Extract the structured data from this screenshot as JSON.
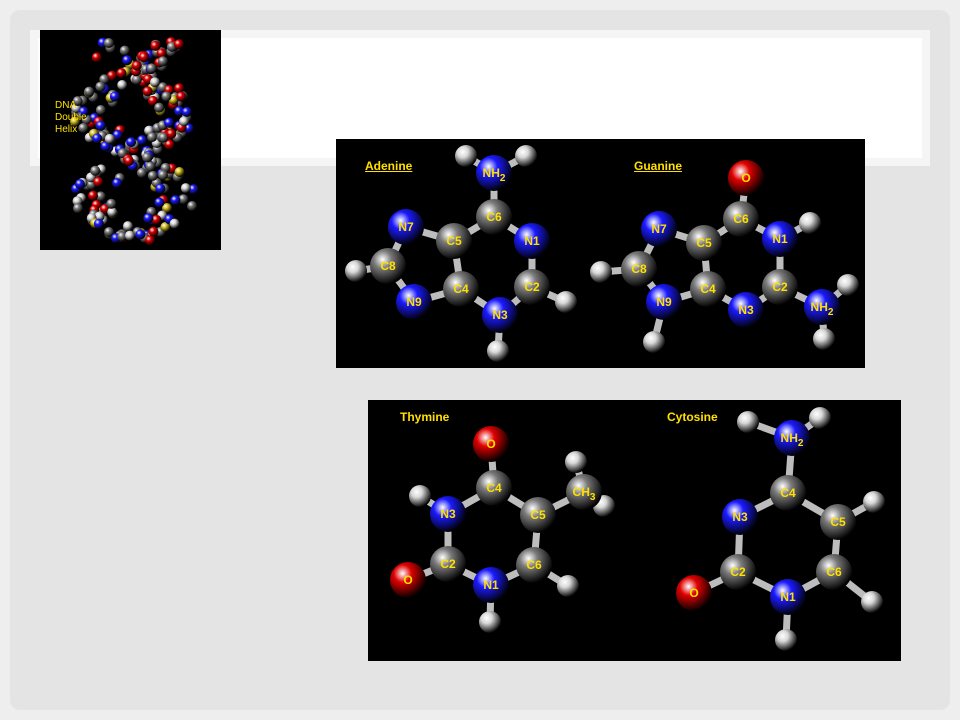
{
  "helix": {
    "label": "DNA\nDouble\nHelix"
  },
  "colors": {
    "background": "#000000",
    "label": "#ffe000",
    "nitrogen": "#1a1aff",
    "carbon": "#7a7a7a",
    "oxygen": "#e00000",
    "hydrogen": "#d8d8d8"
  },
  "molecules": [
    {
      "name": "Adenine",
      "atoms": [
        {
          "label": "NH2",
          "el": "N"
        },
        {
          "label": "C6",
          "el": "C"
        },
        {
          "label": "N1",
          "el": "N"
        },
        {
          "label": "C2",
          "el": "C"
        },
        {
          "label": "N3",
          "el": "N"
        },
        {
          "label": "C4",
          "el": "C"
        },
        {
          "label": "C5",
          "el": "C"
        },
        {
          "label": "N7",
          "el": "N"
        },
        {
          "label": "C8",
          "el": "C"
        },
        {
          "label": "N9",
          "el": "N"
        }
      ]
    },
    {
      "name": "Guanine",
      "atoms": [
        {
          "label": "O",
          "el": "O"
        },
        {
          "label": "C6",
          "el": "C"
        },
        {
          "label": "N1",
          "el": "N"
        },
        {
          "label": "C2",
          "el": "C"
        },
        {
          "label": "NH2",
          "el": "N"
        },
        {
          "label": "N3",
          "el": "N"
        },
        {
          "label": "C4",
          "el": "C"
        },
        {
          "label": "C5",
          "el": "C"
        },
        {
          "label": "N7",
          "el": "N"
        },
        {
          "label": "C8",
          "el": "C"
        },
        {
          "label": "N9",
          "el": "N"
        }
      ]
    },
    {
      "name": "Thymine",
      "atoms": [
        {
          "label": "O",
          "el": "O"
        },
        {
          "label": "C4",
          "el": "C"
        },
        {
          "label": "CH3",
          "el": "C"
        },
        {
          "label": "C5",
          "el": "C"
        },
        {
          "label": "C6",
          "el": "C"
        },
        {
          "label": "N1",
          "el": "N"
        },
        {
          "label": "C2",
          "el": "C"
        },
        {
          "label": "O",
          "el": "O"
        },
        {
          "label": "N3",
          "el": "N"
        }
      ]
    },
    {
      "name": "Cytosine",
      "atoms": [
        {
          "label": "NH2",
          "el": "N"
        },
        {
          "label": "C4",
          "el": "C"
        },
        {
          "label": "C5",
          "el": "C"
        },
        {
          "label": "C6",
          "el": "C"
        },
        {
          "label": "N1",
          "el": "N"
        },
        {
          "label": "C2",
          "el": "C"
        },
        {
          "label": "O",
          "el": "O"
        },
        {
          "label": "N3",
          "el": "N"
        }
      ]
    }
  ]
}
